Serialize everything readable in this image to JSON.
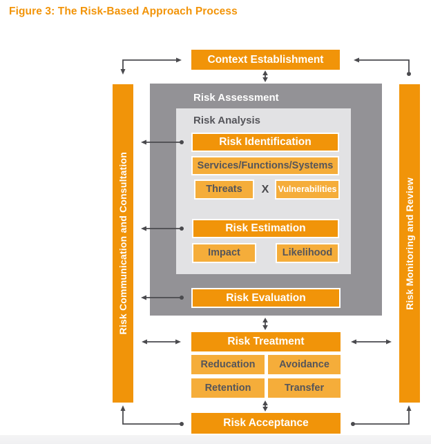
{
  "title": "Figure 3: The Risk-Based Approach Process",
  "bars": {
    "left": "Risk Communication and Consultation",
    "right": "Risk Monitoring and Review"
  },
  "containers": {
    "assessment": "Risk Assessment",
    "analysis": "Risk Analysis"
  },
  "boxes": {
    "context": "Context Establishment",
    "identification": "Risk Identification",
    "services": "Services/Functions/Systems",
    "threats": "Threats",
    "x_operator": "X",
    "vulnerabilities": "Vulnerabilities",
    "estimation": "Risk Estimation",
    "impact": "Impact",
    "likelihood": "Likelihood",
    "evaluation": "Risk Evaluation",
    "treatment": "Risk Treatment",
    "reducation": "Reducation",
    "avoidance": "Avoidance",
    "retention": "Retention",
    "transfer": "Transfer",
    "acceptance": "Risk Acceptance"
  },
  "colors": {
    "orange": "#F19409",
    "amber": "#F5AD3A",
    "gray": "#939296",
    "lightgray": "#E2E2E4",
    "dark": "#55555A",
    "arrow": "#4A4A4E",
    "strip": "#F0F0F2",
    "titlecolor": "#F29409"
  }
}
